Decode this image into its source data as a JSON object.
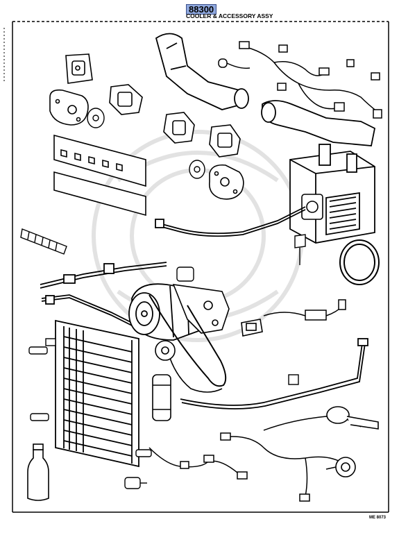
{
  "header": {
    "part_number": "88300",
    "title": "COOLER & ACCESSORY ASSY"
  },
  "footer": {
    "reference": "ME 8073"
  },
  "colors": {
    "part_number_highlight": "#8fa8de",
    "line": "#000000",
    "background": "#ffffff"
  }
}
